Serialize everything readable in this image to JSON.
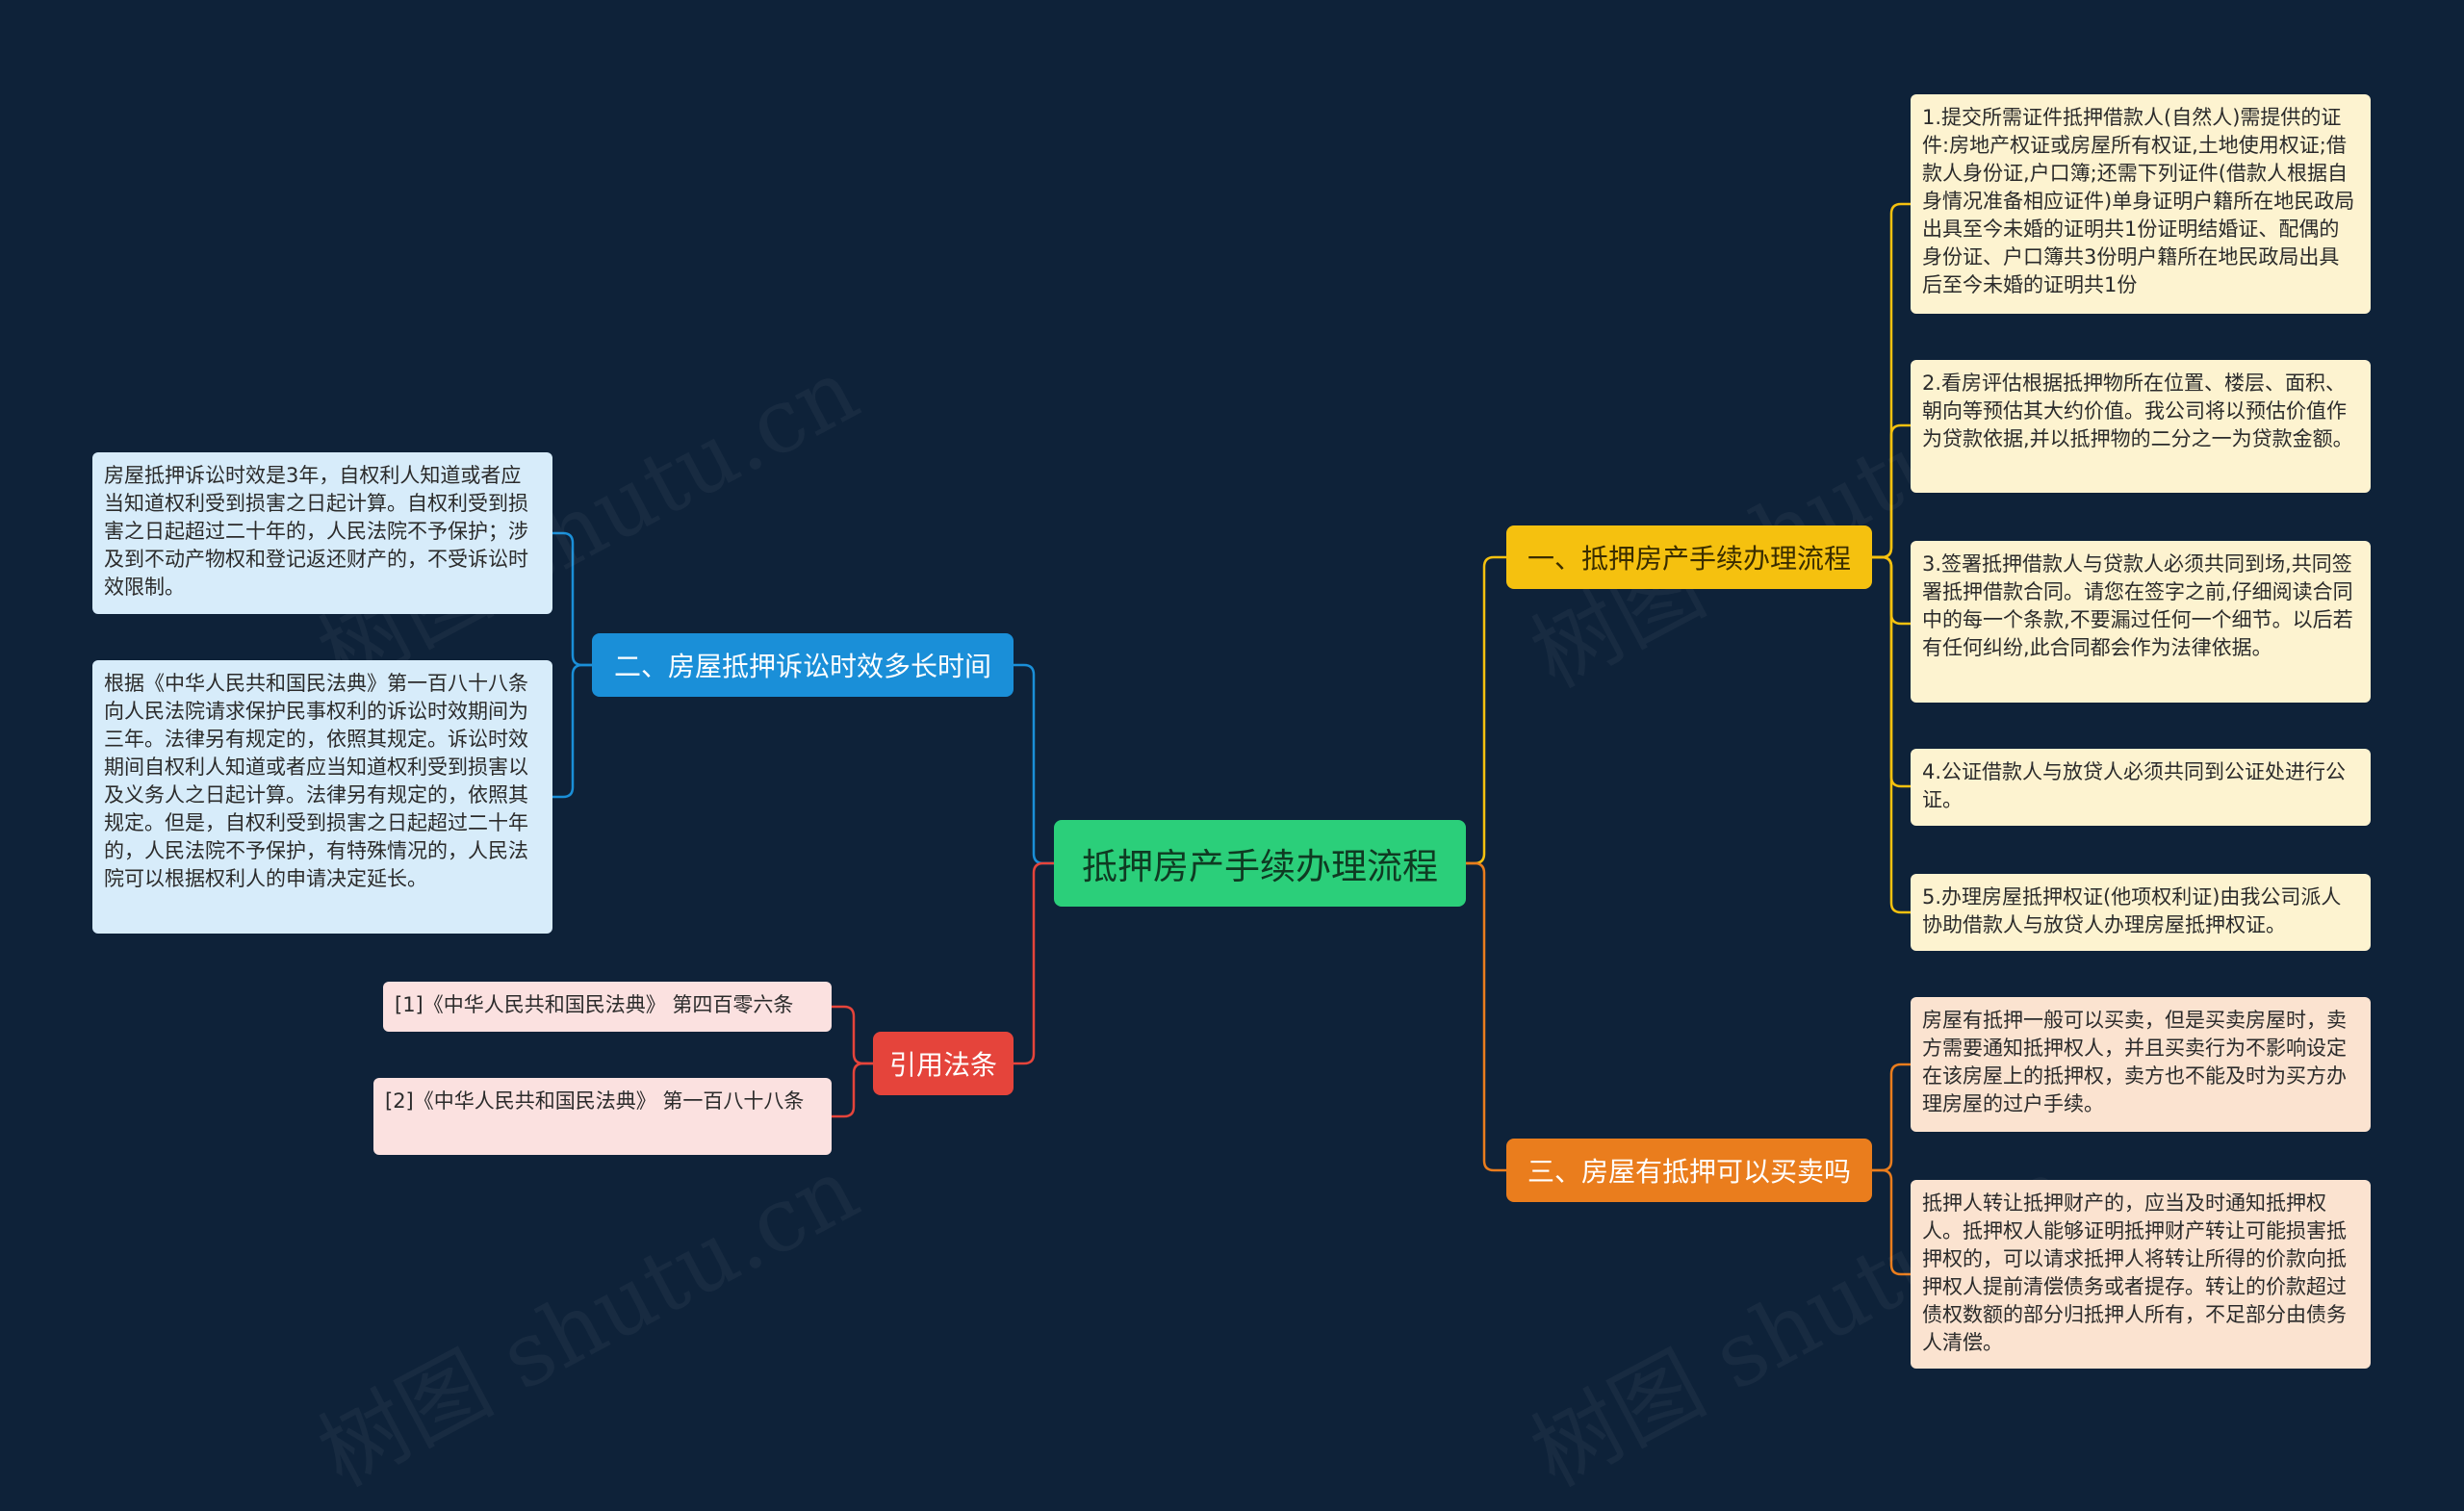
{
  "watermark": "树图 shutu.cn",
  "colors": {
    "background": "#0e2239",
    "center": "#2bcf7a",
    "branch1": "#f5c10f",
    "branch2": "#1a8fd8",
    "branch3": "#ea7d1d",
    "branch4": "#e5443b"
  },
  "center": {
    "label": "抵押房产手续办理流程"
  },
  "branches": {
    "procedure": {
      "label": "一、抵押房产手续办理流程",
      "items": [
        "1.提交所需证件抵押借款人(自然人)需提供的证件:房地产权证或房屋所有权证,土地使用权证;借款人身份证,户口簿;还需下列证件(借款人根据自身情况准备相应证件)单身证明户籍所在地民政局出具至今未婚的证明共1份证明结婚证、配偶的身份证、户口簿共3份明户籍所在地民政局出具后至今未婚的证明共1份",
        "2.看房评估根据抵押物所在位置、楼层、面积、朝向等预估其大约价值。我公司将以预估价值作为贷款依据,并以抵押物的二分之一为贷款金额。",
        "3.签署抵押借款人与贷款人必须共同到场,共同签署抵押借款合同。请您在签字之前,仔细阅读合同中的每一个条款,不要漏过任何一个细节。以后若有任何纠纷,此合同都会作为法律依据。",
        "4.公证借款人与放贷人必须共同到公证处进行公证。",
        "5.办理房屋抵押权证(他项权利证)由我公司派人协助借款人与放贷人办理房屋抵押权证。"
      ]
    },
    "limitation": {
      "label": "二、房屋抵押诉讼时效多长时间",
      "items": [
        "房屋抵押诉讼时效是3年，自权利人知道或者应当知道权利受到损害之日起计算。自权利受到损害之日起超过二十年的，人民法院不予保护；涉及到不动产物权和登记返还财产的，不受诉讼时效限制。",
        "根据《中华人民共和国民法典》第一百八十八条向人民法院请求保护民事权利的诉讼时效期间为三年。法律另有规定的，依照其规定。诉讼时效期间自权利人知道或者应当知道权利受到损害以及义务人之日起计算。法律另有规定的，依照其规定。但是，自权利受到损害之日起超过二十年的，人民法院不予保护，有特殊情况的，人民法院可以根据权利人的申请决定延长。"
      ]
    },
    "sale": {
      "label": "三、房屋有抵押可以买卖吗",
      "items": [
        "房屋有抵押一般可以买卖，但是买卖房屋时，卖方需要通知抵押权人，并且买卖行为不影响设定在该房屋上的抵押权，卖方也不能及时为买方办理房屋的过户手续。",
        "抵押人转让抵押财产的，应当及时通知抵押权人。抵押权人能够证明抵押财产转让可能损害抵押权的，可以请求抵押人将转让所得的价款向抵押权人提前清偿债务或者提存。转让的价款超过债权数额的部分归抵押人所有，不足部分由债务人清偿。"
      ]
    },
    "citations": {
      "label": "引用法条",
      "items": [
        "[1]《中华人民共和国民法典》 第四百零六条",
        "[2]《中华人民共和国民法典》 第一百八十八条"
      ]
    }
  }
}
